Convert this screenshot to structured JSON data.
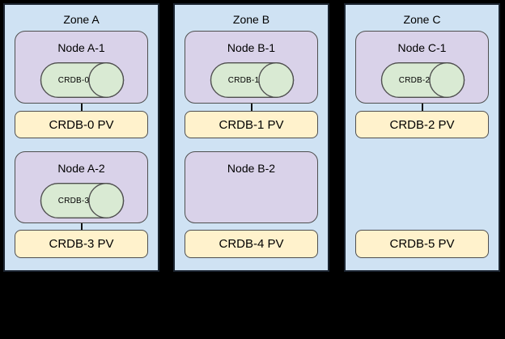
{
  "canvas": {
    "background": "#000000"
  },
  "colors": {
    "canvas_bg": "#000000",
    "zone_fill": "#cfe2f3",
    "zone_border": "#1b2430",
    "node_fill": "#d9d2e9",
    "cylinder_fill": "#d9ead3",
    "pv_fill": "#fff2cc",
    "shape_border": "#4f4f4f",
    "text": "#000000"
  },
  "shapes": {
    "pod_shape": "database-cylinder-icon"
  },
  "zones": [
    {
      "title": "Zone A",
      "row1": {
        "node": "Node A-1",
        "pod": "CRDB-0",
        "pv": "CRDB-0 PV"
      },
      "row2": {
        "node": "Node A-2",
        "pod": "CRDB-3",
        "pv": "CRDB-3 PV"
      }
    },
    {
      "title": "Zone B",
      "row1": {
        "node": "Node B-1",
        "pod": "CRDB-1",
        "pv": "CRDB-1 PV"
      },
      "row2": {
        "node": "Node B-2",
        "pv": "CRDB-4 PV"
      }
    },
    {
      "title": "Zone C",
      "row1": {
        "node": "Node C-1",
        "pod": "CRDB-2",
        "pv": "CRDB-2 PV"
      },
      "row2": {
        "pv": "CRDB-5 PV"
      }
    }
  ]
}
